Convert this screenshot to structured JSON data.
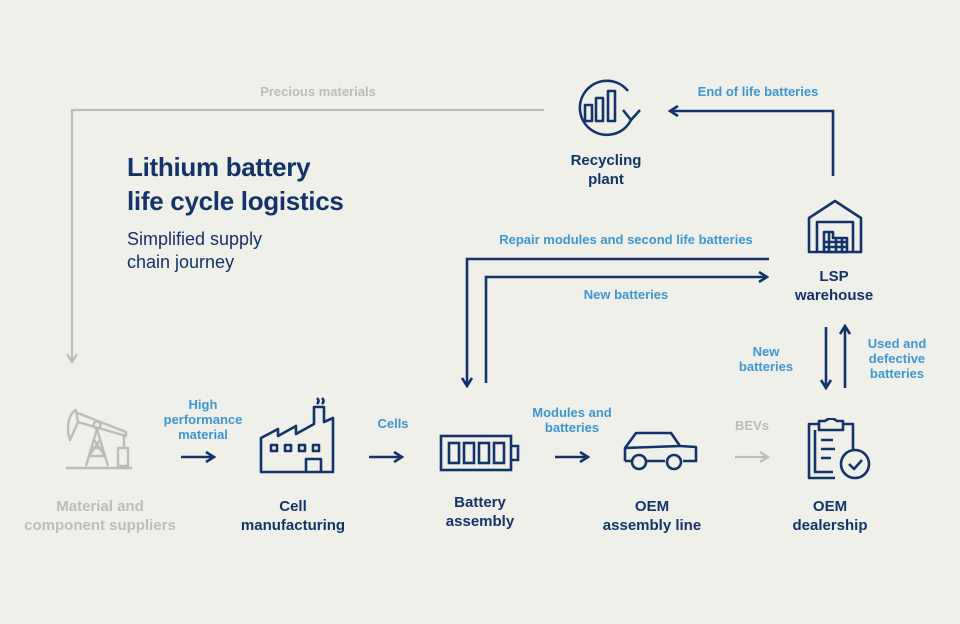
{
  "header": {
    "title": "Lithium battery\nlife cycle logistics",
    "subtitle": "Simplified supply\nchain journey"
  },
  "colors": {
    "background": "#f0f0eb",
    "primary": "#14336b",
    "accent": "#3e96d4",
    "muted": "#bcbcb8"
  },
  "nodes": {
    "suppliers": {
      "label": "Material and\ncomponent suppliers",
      "icon": "oil-pump-icon"
    },
    "cell_manufacturing": {
      "label": "Cell\nmanufacturing",
      "icon": "factory-icon"
    },
    "battery_assembly": {
      "label": "Battery\nassembly",
      "icon": "battery-icon"
    },
    "oem_assembly_line": {
      "label": "OEM\nassembly line",
      "icon": "car-icon"
    },
    "oem_dealership": {
      "label": "OEM\ndealership",
      "icon": "clipboard-check-icon"
    },
    "lsp_warehouse": {
      "label": "LSP\nwarehouse",
      "icon": "warehouse-icon"
    },
    "recycling_plant": {
      "label": "Recycling\nplant",
      "icon": "recycling-chart-icon"
    }
  },
  "flows": {
    "precious_materials": "Precious materials",
    "end_of_life": "End of life batteries",
    "repair_modules": "Repair modules and second life batteries",
    "new_batteries_to_lsp": "New batteries",
    "high_performance": "High\nperformance\nmaterial",
    "cells": "Cells",
    "modules_and_batteries": "Modules and\nbatteries",
    "bevs": "BEVs",
    "new_batteries_to_dealer": "New\nbatteries",
    "used_defective": "Used and\ndefective\nbatteries"
  }
}
